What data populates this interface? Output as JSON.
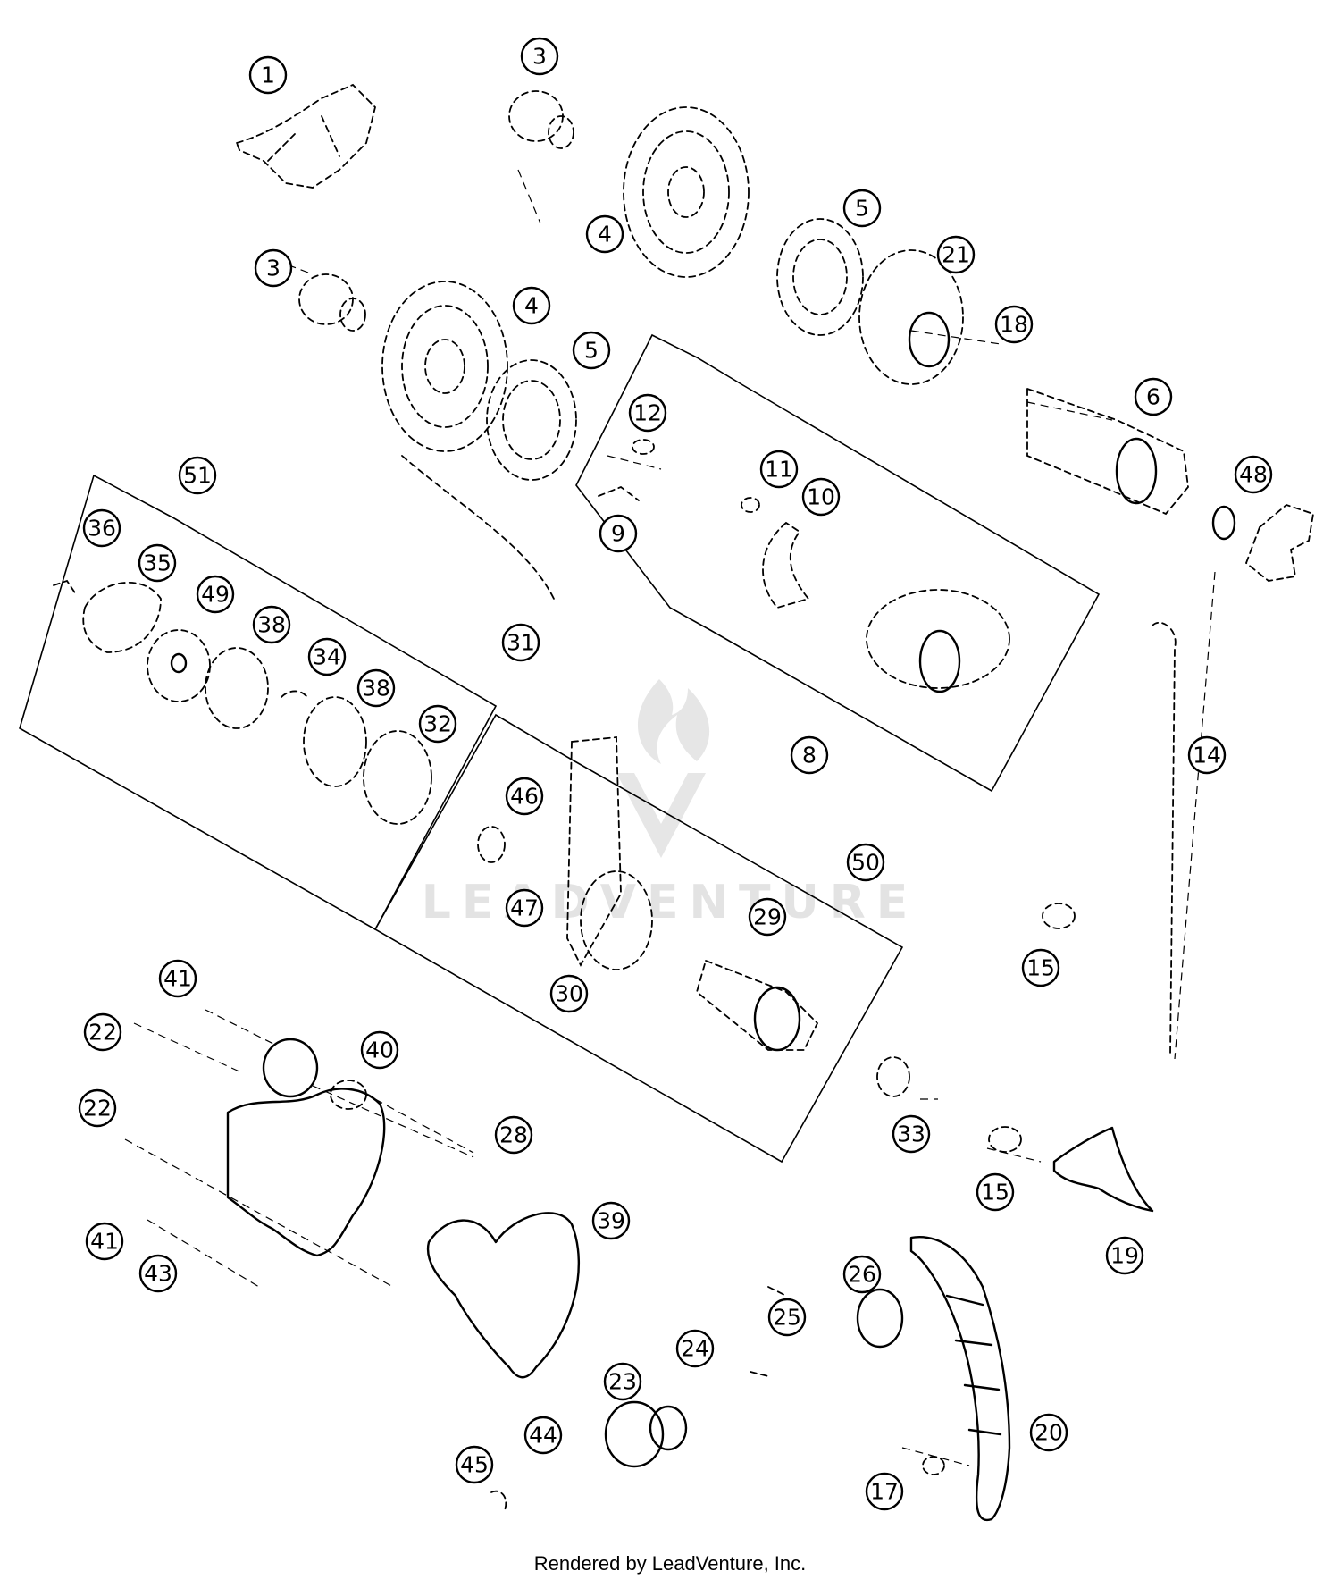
{
  "watermark": {
    "text": "LEADVENTURE",
    "icon": "flame-v-logo-icon"
  },
  "footer": {
    "text": "Rendered by LeadVenture, Inc."
  },
  "callouts": [
    "1",
    "3",
    "3",
    "4",
    "4",
    "5",
    "5",
    "21",
    "18",
    "6",
    "48",
    "12",
    "11",
    "10",
    "9",
    "8",
    "14",
    "51",
    "36",
    "35",
    "49",
    "38",
    "34",
    "38",
    "32",
    "31",
    "46",
    "47",
    "29",
    "50",
    "30",
    "15",
    "15",
    "33",
    "19",
    "41",
    "22",
    "22",
    "40",
    "28",
    "41",
    "43",
    "39",
    "26",
    "25",
    "24",
    "23",
    "44",
    "45",
    "20",
    "17"
  ]
}
